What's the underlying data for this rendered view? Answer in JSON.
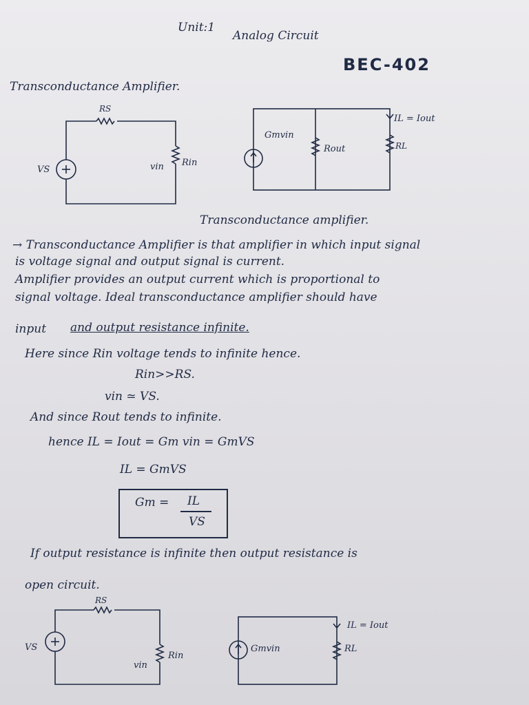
{
  "header": {
    "unit": "Unit:1",
    "subject": "Analog Circuit",
    "code": "BEC-402"
  },
  "section_title": "Transconductance Amplifier.",
  "diagram1": {
    "rs": "RS",
    "vs": "VS",
    "vin": "vin",
    "rin": "Rin",
    "gmvin": "Gmvin",
    "rout": "Rout",
    "rl": "RL",
    "il": "IL = Iout",
    "caption": "Transconductance amplifier."
  },
  "paragraph": {
    "line1": "→ Transconductance Amplifier is that amplifier in which input signal",
    "line2": "is voltage signal and output signal is current.",
    "line3": "Amplifier provides an output current which is proportional to",
    "line4": "signal voltage. Ideal transconductance amplifier should have",
    "line5a": "input",
    "line5b": "and output resistance infinite."
  },
  "derivation": {
    "line1": "Here since Rin voltage tends to infinite hence.",
    "line2": "Rin>>RS.",
    "line3": "vin ≃ VS.",
    "line4": "And since Rout tends to infinite.",
    "line5": "hence IL = Iout = Gm vin = GmVS",
    "line6": "IL = GmVS",
    "box_lhs": "Gm =",
    "box_num": "IL",
    "box_den": "VS"
  },
  "conclusion": {
    "line1": "If output resistance is infinite then output resistance is",
    "line2": "open circuit."
  },
  "diagram2": {
    "rs": "RS",
    "vs": "VS",
    "vin": "vin",
    "rin": "Rin",
    "gmvin": "Gmvin",
    "rl": "RL",
    "il": "IL = Iout"
  }
}
